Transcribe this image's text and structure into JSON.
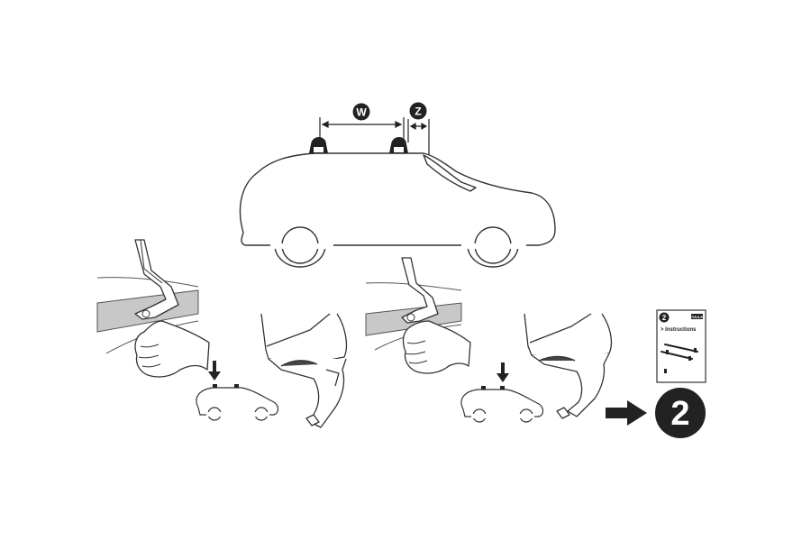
{
  "dimensions": {
    "w_label": "W",
    "z_label": "Z"
  },
  "booklet": {
    "step_number": "2",
    "title": "> Instructions",
    "brand_badge": "THULE"
  },
  "next_step": {
    "arrow_icon": "right-arrow-icon",
    "number": "2"
  },
  "colors": {
    "ink": "#222222",
    "line": "#333333",
    "roof_band": "#c8c8c8",
    "fill": "#ffffff"
  }
}
